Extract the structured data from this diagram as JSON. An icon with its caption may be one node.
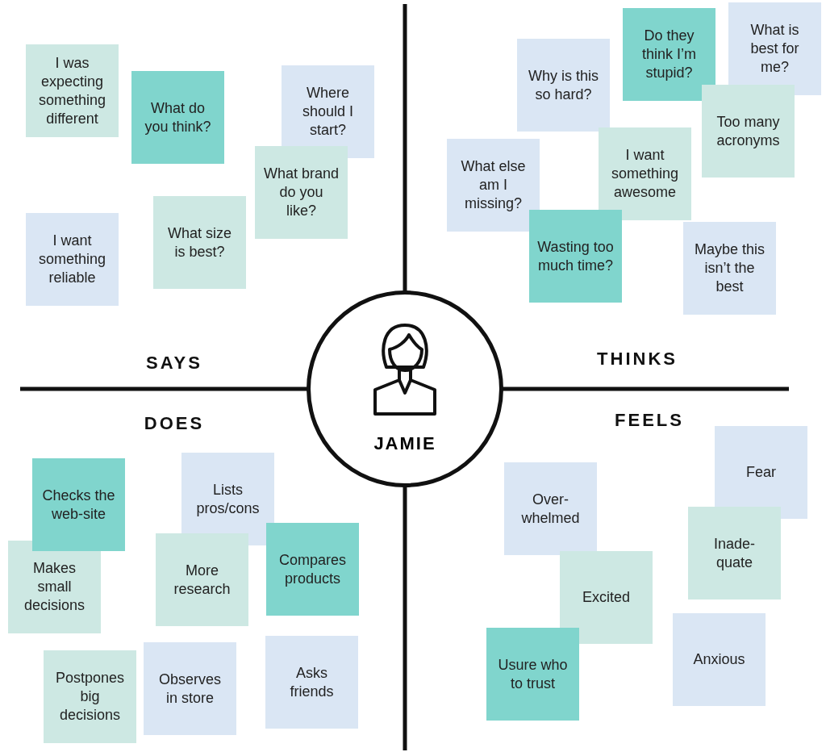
{
  "diagram": {
    "nodes": [
      {
        "text": [
          "I was expecting something different"
        ]
      },
      {
        "text": [
          "What do you think?"
        ]
      },
      {
        "text": [
          "Where should I start?"
        ]
      },
      {
        "text": [
          "What brand do you like?"
        ]
      },
      {
        "text": [
          "I want something reliable"
        ]
      },
      {
        "text": [
          "What size is best?"
        ]
      },
      {
        "text": [
          "Why is this so hard?"
        ]
      },
      {
        "text": [
          "Do they think I’m stupid?"
        ]
      },
      {
        "text": [
          "What is best for me?"
        ]
      },
      {
        "text": [
          "Too many acronyms"
        ]
      },
      {
        "text": [
          "I want something awesome"
        ]
      },
      {
        "text": [
          "What else am I missing?"
        ]
      },
      {
        "text": [
          "Wasting too much time?"
        ]
      },
      {
        "text": [
          "Maybe this isn’t the best"
        ]
      },
      {
        "text": [
          "Checks the web-site"
        ]
      },
      {
        "text": [
          "Lists pros/cons"
        ]
      },
      {
        "text": [
          "Makes small decisions"
        ]
      },
      {
        "text": [
          "More research"
        ]
      },
      {
        "text": [
          "Compares products"
        ]
      },
      {
        "text": [
          "Postpones big decisions"
        ]
      },
      {
        "text": [
          "Observes in store"
        ]
      },
      {
        "text": [
          "Asks friends"
        ]
      },
      {
        "text": [
          "Fear"
        ]
      },
      {
        "text": [
          "Over-whelmed"
        ]
      },
      {
        "text": [
          "Inade-quate"
        ]
      },
      {
        "text": [
          "Excited"
        ]
      },
      {
        "text": [
          "Anxious"
        ]
      },
      {
        "text": [
          "Usure who to trust"
        ]
      },
      {
        "text": [
          "JAMIE"
        ]
      }
    ],
    "edges": [],
    "labels": [
      "SAYS",
      "THINKS",
      "DOES",
      "FEELS"
    ]
  }
}
